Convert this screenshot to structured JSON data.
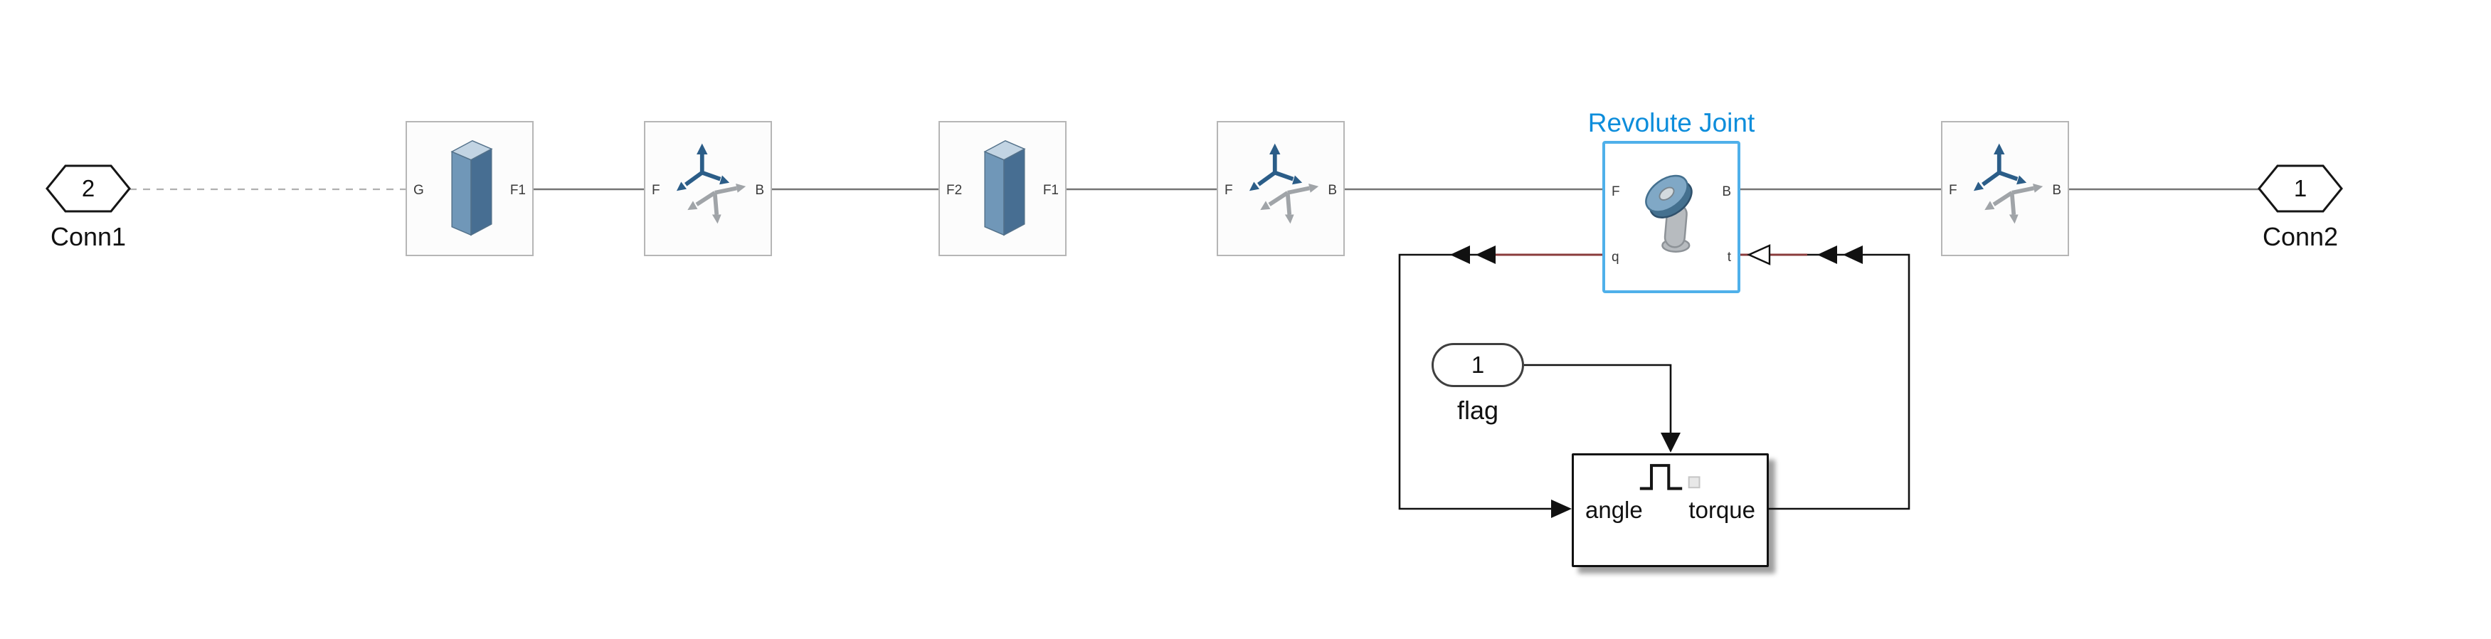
{
  "title": "Simulink block diagram canvas",
  "colors": {
    "selection_border": "#4fb0ea",
    "selection_label": "#0d8ddb",
    "frame_line": "#757575",
    "signal_line": "#111111",
    "physical_line": "#8a3b3b",
    "dashed_line": "#b0b0b0",
    "block_border": "#b6b6b6",
    "brick_top": "#c2d4e3",
    "brick_front": "#7097b8",
    "brick_side": "#476e92",
    "axes_blue": "#2b5d88",
    "axes_gray": "#a0a4a8"
  },
  "ports": {
    "conn1": {
      "number": "2",
      "label": "Conn1"
    },
    "conn2": {
      "number": "1",
      "label": "Conn2"
    },
    "flag": {
      "number": "1",
      "label": "flag"
    }
  },
  "blocks": {
    "solid1": {
      "left_port": "G",
      "right_port": "F1"
    },
    "rigid_transform1": {
      "left_port": "F",
      "right_port": "B"
    },
    "solid2": {
      "left_port": "F2",
      "right_port": "F1"
    },
    "rigid_transform2": {
      "left_port": "F",
      "right_port": "B"
    },
    "revolute_joint": {
      "label": "Revolute Joint",
      "left_port": "F",
      "right_port": "B",
      "bottom_left_port": "q",
      "bottom_right_port": "t"
    },
    "rigid_transform3": {
      "left_port": "F",
      "right_port": "B"
    },
    "controller_subsystem": {
      "input_label": "angle",
      "output_label": "torque"
    }
  }
}
